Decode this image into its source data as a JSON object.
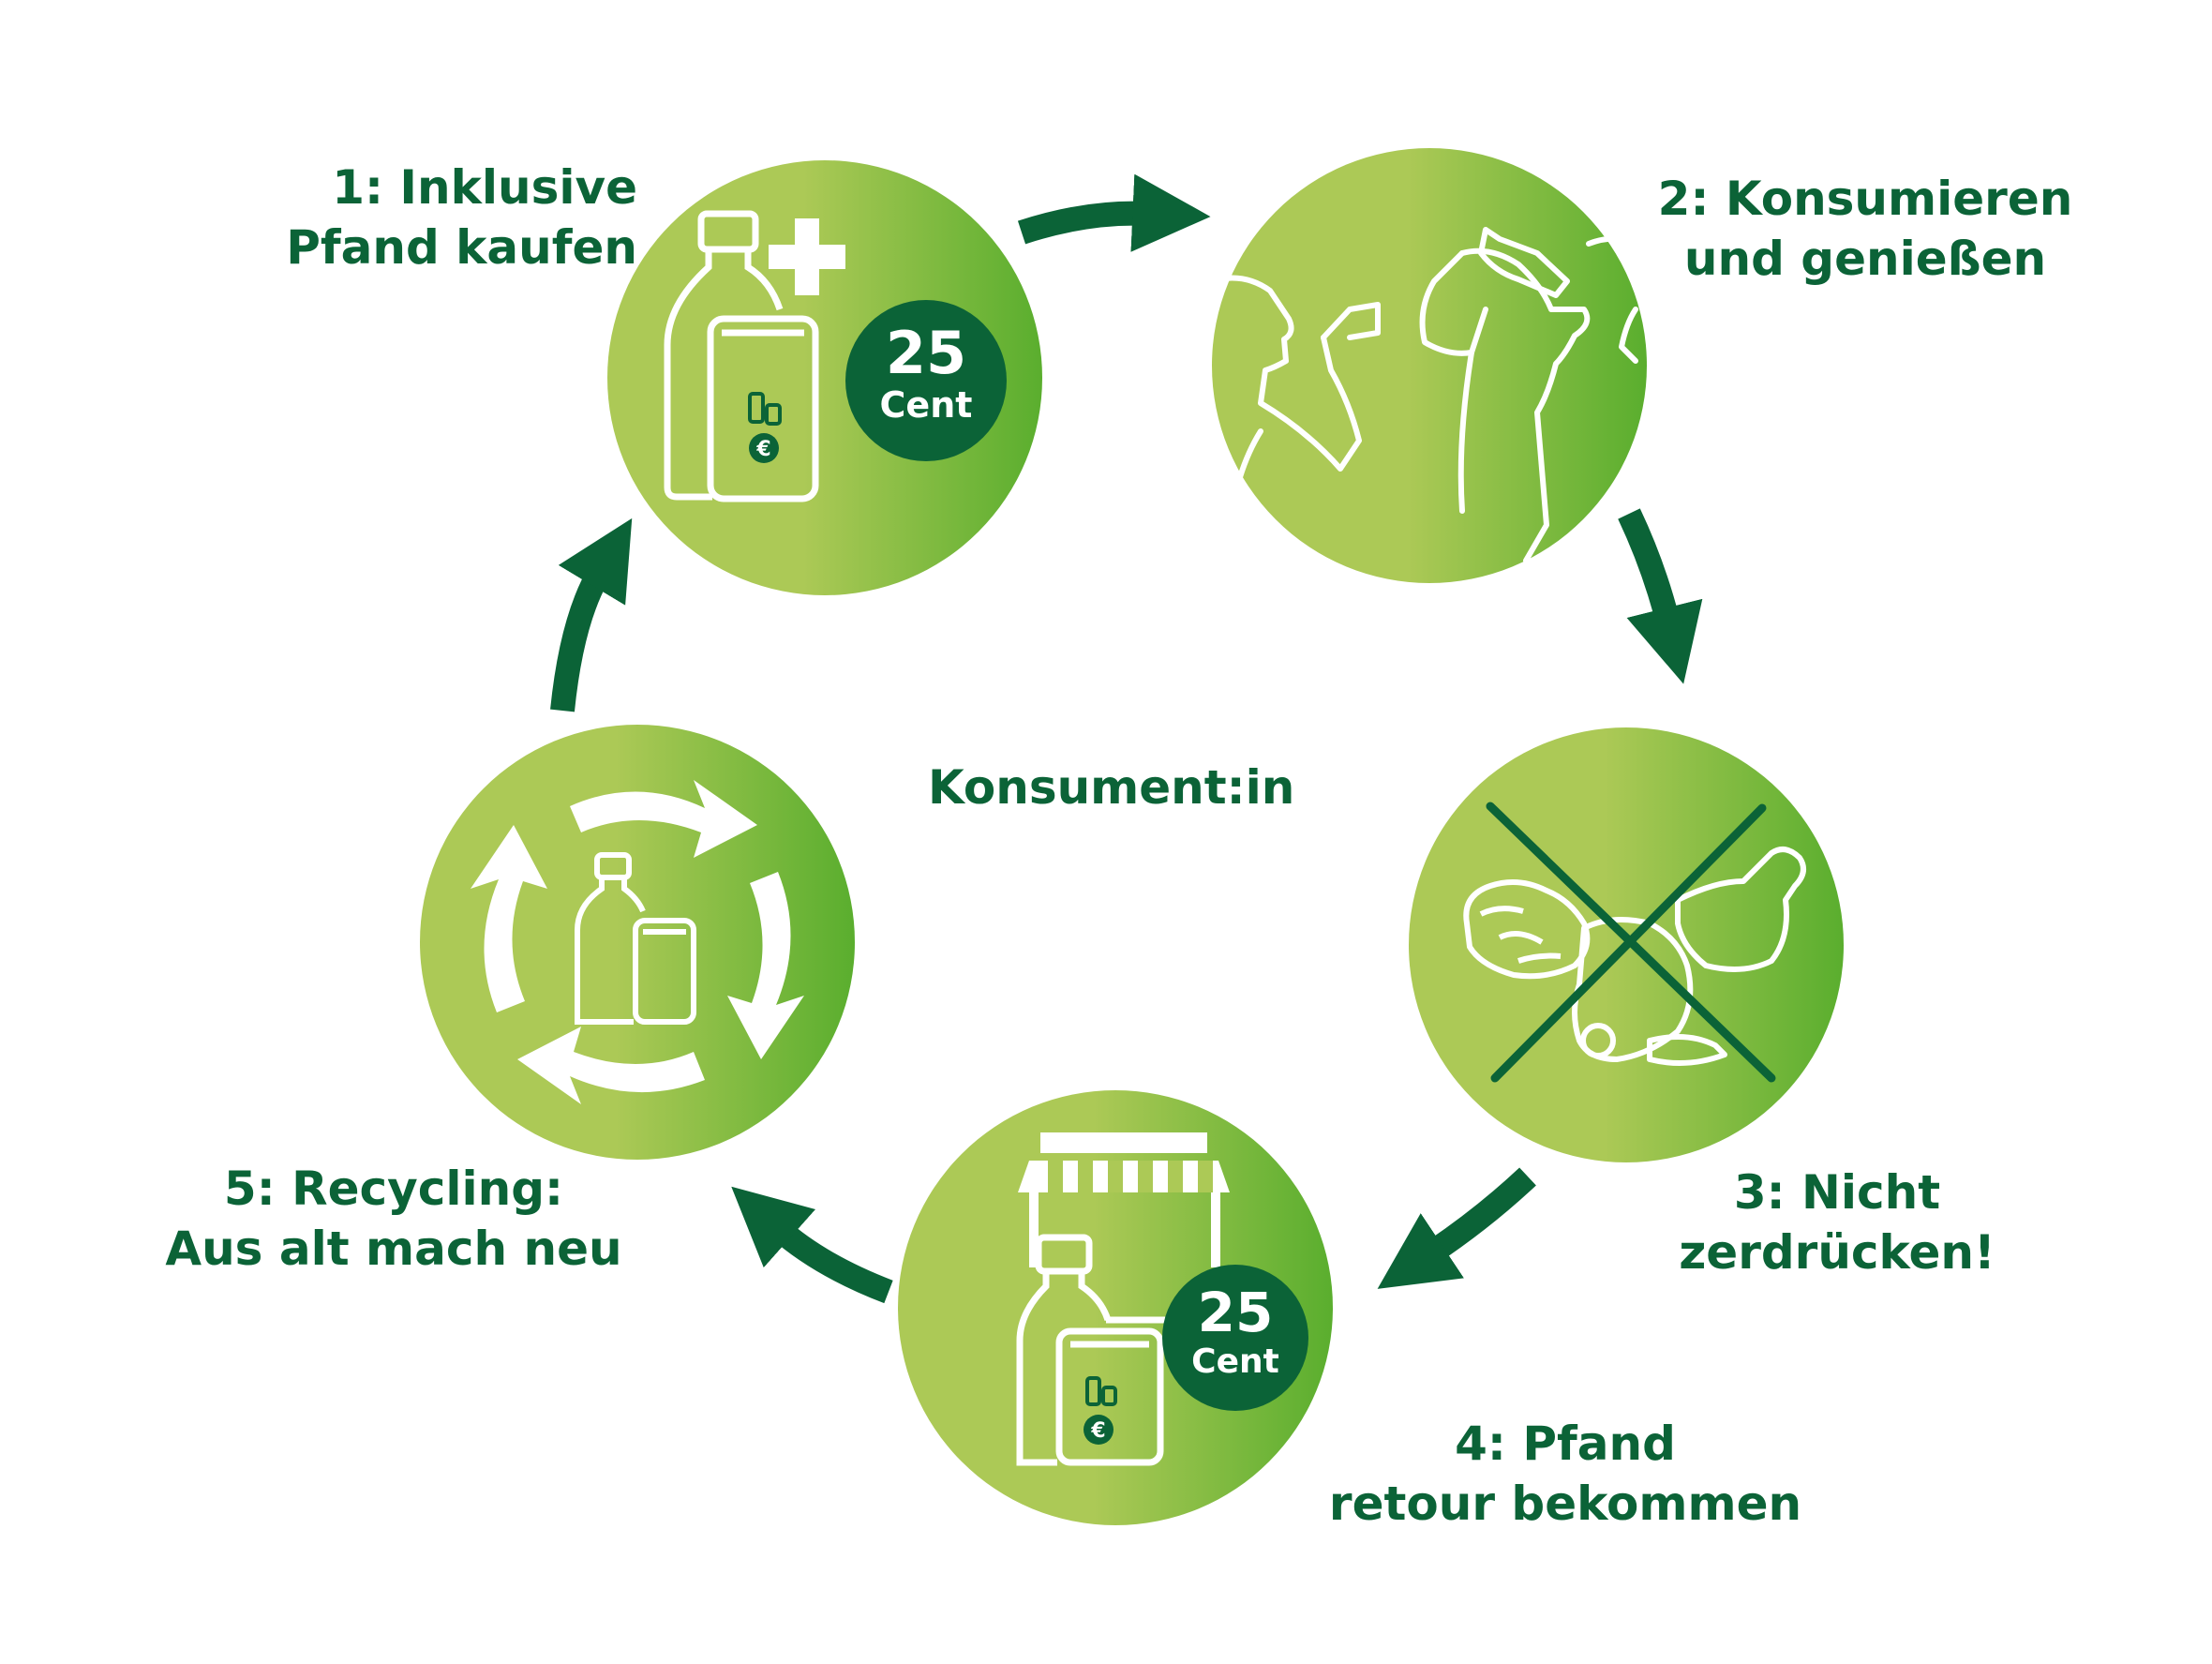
{
  "colors": {
    "dark_green": "#0b6337",
    "light_green": "#acc956",
    "mid_green": "#5faf30",
    "white": "#ffffff"
  },
  "center_label": "Konsument:in",
  "steps": [
    {
      "line1": "1: Inklusive",
      "line2": "Pfand kaufen",
      "badge_value": "25",
      "badge_unit": "Cent",
      "icon": "bottle-can-plus-icon"
    },
    {
      "line1": "2: Konsumieren",
      "line2": "und genießen",
      "icon": "people-drinking-icon"
    },
    {
      "line1": "3: Nicht",
      "line2": "zerdrücken!",
      "icon": "crushed-bottles-crossed-icon"
    },
    {
      "line1": "4: Pfand",
      "line2": "retour bekommen",
      "badge_value": "25",
      "badge_unit": "Cent",
      "icon": "shop-return-icon"
    },
    {
      "line1": "5: Recycling:",
      "line2": "Aus alt mach neu",
      "icon": "recycling-arrows-icon"
    }
  ]
}
